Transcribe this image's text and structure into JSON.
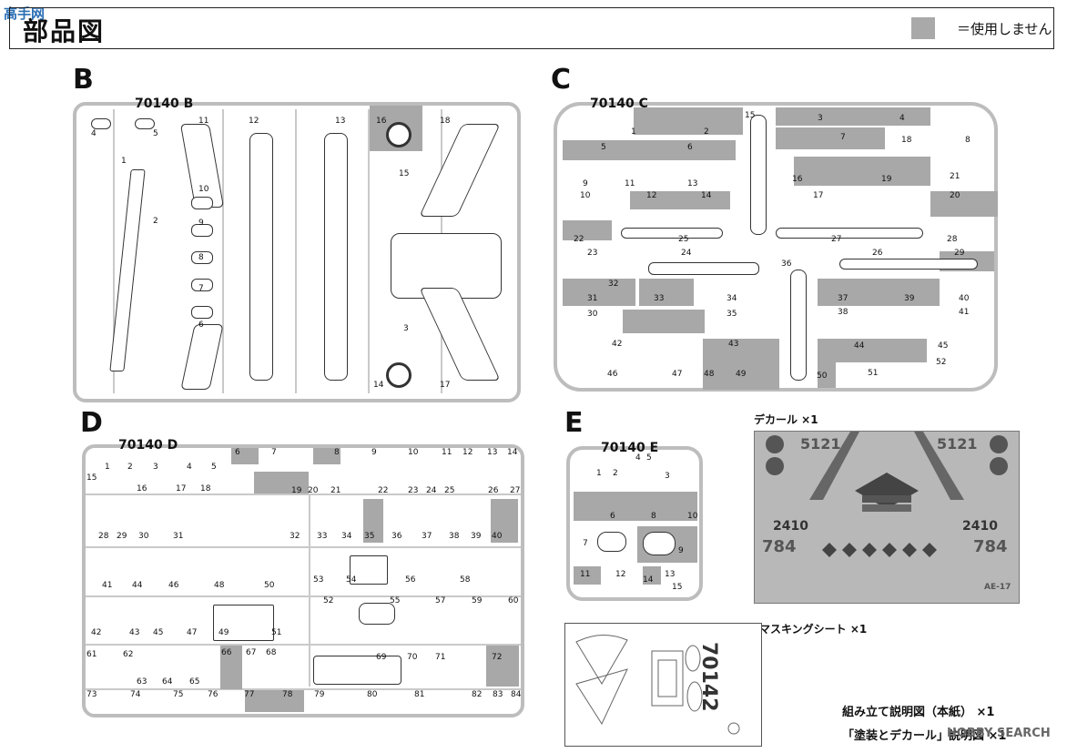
{
  "header": {
    "title": "部品図",
    "watermark": "高手网",
    "legend_text": "＝使用しません"
  },
  "sheets": {
    "B": {
      "letter": "B",
      "code": "70140 B"
    },
    "C": {
      "letter": "C",
      "code": "70140 C"
    },
    "D": {
      "letter": "D",
      "code": "70140 D"
    },
    "E": {
      "letter": "E",
      "code": "70140 E"
    }
  },
  "b_numbers": [
    "4",
    "5",
    "11",
    "12",
    "13",
    "16",
    "18",
    "1",
    "10",
    "9",
    "8",
    "7",
    "6",
    "2",
    "15",
    "3",
    "14",
    "17"
  ],
  "c_numbers": [
    "1",
    "2",
    "3",
    "4",
    "5",
    "6",
    "7",
    "8",
    "9",
    "10",
    "11",
    "12",
    "13",
    "14",
    "15",
    "16",
    "17",
    "18",
    "19",
    "20",
    "21",
    "22",
    "23",
    "24",
    "25",
    "26",
    "27",
    "28",
    "29",
    "30",
    "31",
    "32",
    "33",
    "34",
    "35",
    "36",
    "37",
    "38",
    "39",
    "40",
    "41",
    "42",
    "43",
    "44",
    "45",
    "46",
    "47",
    "48",
    "49",
    "50",
    "51",
    "52"
  ],
  "d_numbers": [
    "1",
    "2",
    "3",
    "4",
    "5",
    "6",
    "7",
    "8",
    "9",
    "10",
    "11",
    "12",
    "13",
    "14",
    "15",
    "16",
    "17",
    "18",
    "19",
    "20",
    "21",
    "22",
    "23",
    "24",
    "25",
    "26",
    "27",
    "28",
    "29",
    "30",
    "31",
    "32",
    "33",
    "34",
    "35",
    "36",
    "37",
    "38",
    "39",
    "40",
    "41",
    "42",
    "43",
    "44",
    "45",
    "46",
    "47",
    "48",
    "49",
    "50",
    "51",
    "52",
    "53",
    "54",
    "55",
    "56",
    "57",
    "58",
    "59",
    "60",
    "61",
    "62",
    "63",
    "64",
    "65",
    "66",
    "67",
    "68",
    "69",
    "70",
    "71",
    "72",
    "73",
    "74",
    "75",
    "76",
    "77",
    "78",
    "79",
    "80",
    "81",
    "82",
    "83",
    "84"
  ],
  "e_numbers": [
    "1",
    "2",
    "3",
    "4",
    "5",
    "6",
    "7",
    "8",
    "9",
    "10",
    "11",
    "12",
    "13",
    "14",
    "15"
  ],
  "decal": {
    "label": "デカール ×1",
    "codes": [
      "5121",
      "5121",
      "2410",
      "2410",
      "784",
      "784",
      "AE-17"
    ]
  },
  "mask": {
    "label": "マスキングシート ×1",
    "text": "70142"
  },
  "footer": {
    "line1": "組み立て説明図（本紙） ×1",
    "line2": "「塗装とデカール」説明図 ×1",
    "watermark": "HOBBY SEARCH"
  }
}
